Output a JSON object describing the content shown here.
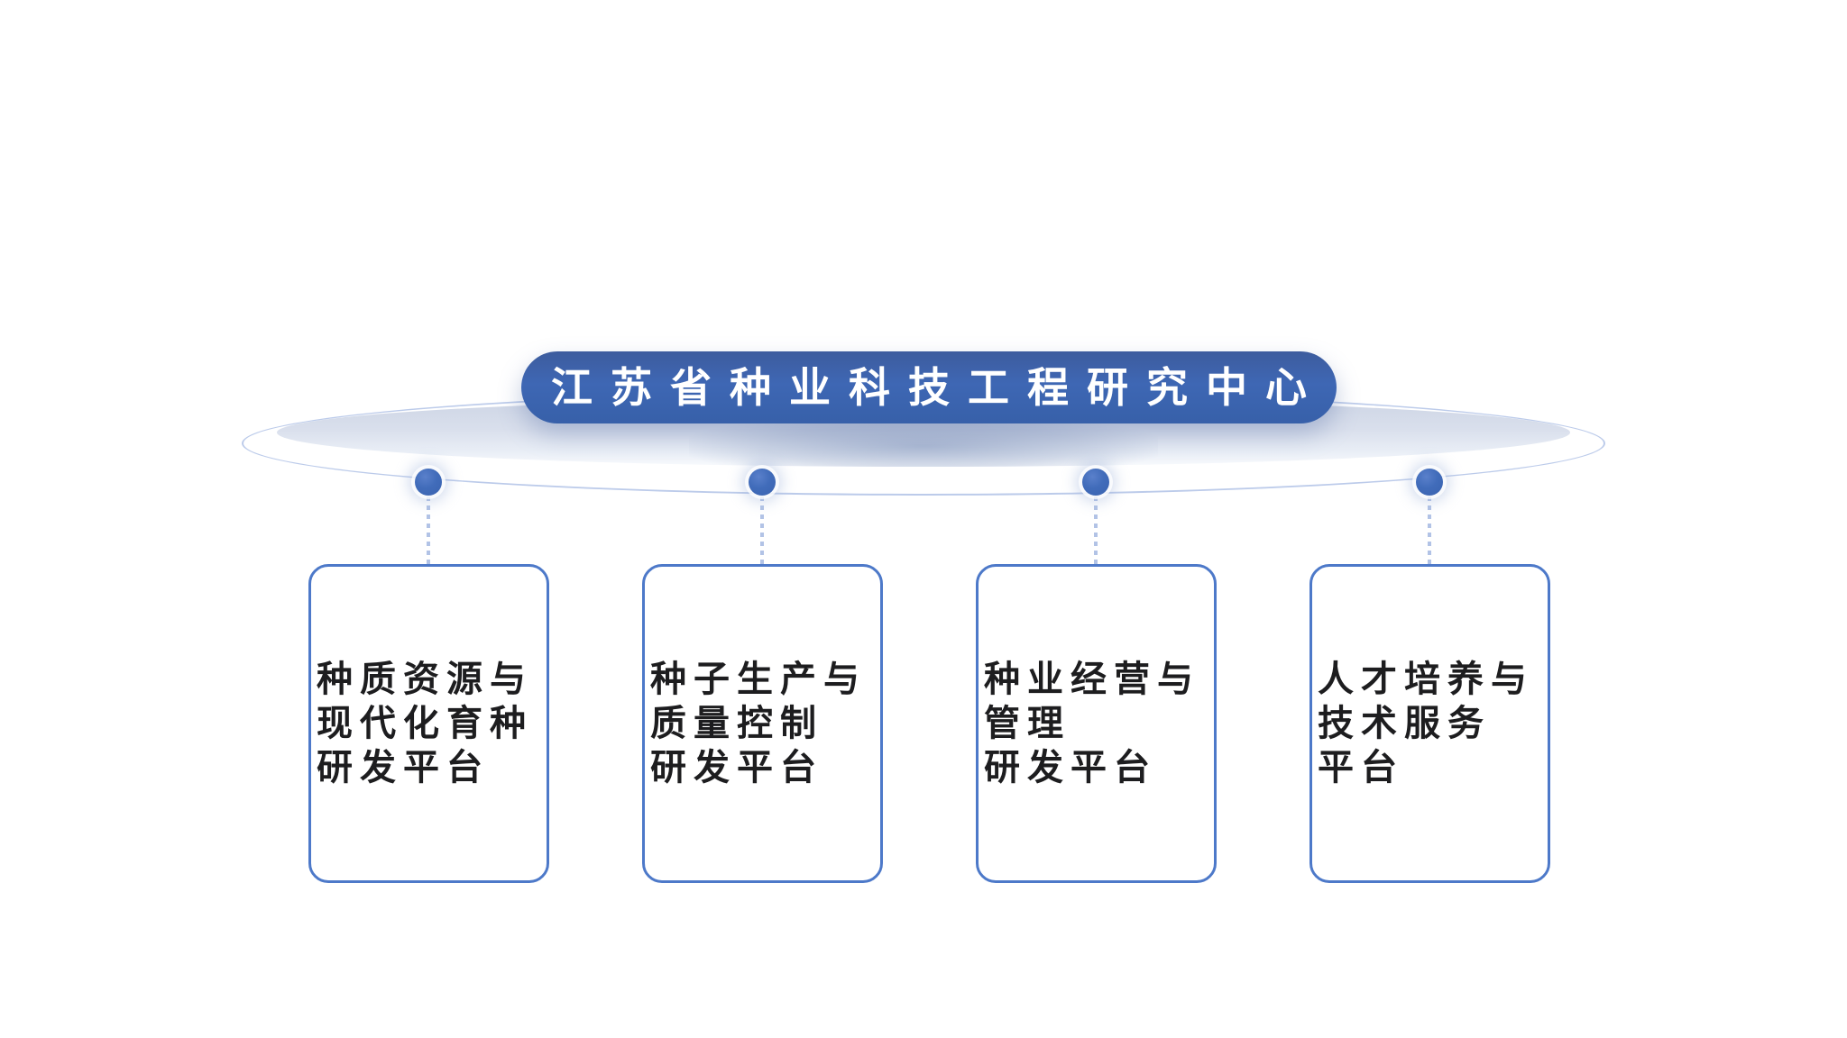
{
  "title": "江苏省种业科技工程研究中心",
  "platforms": [
    {
      "lines": [
        "种质资源与",
        "现代化育种",
        "研发平台"
      ]
    },
    {
      "lines": [
        "种子生产与",
        "质量控制",
        "研发平台"
      ]
    },
    {
      "lines": [
        "种业经营与",
        "管理",
        "研发平台"
      ]
    },
    {
      "lines": [
        "人才培养与",
        "技术服务",
        "平台"
      ]
    }
  ],
  "colors": {
    "pill_blue_top": "#3d5c9e",
    "pill_blue_bottom": "#3760a9",
    "dot_blue": "#3a63b0",
    "card_border_blue": "#4d79c9",
    "connector_dash_blue": "#b2c3e6",
    "rim_outline_blue": "#bccbea",
    "disc_gray_blue": "#cdd5e5",
    "card_text_dark": "#1d1d1f",
    "title_text": "#ffffff",
    "background": "#ffffff"
  }
}
